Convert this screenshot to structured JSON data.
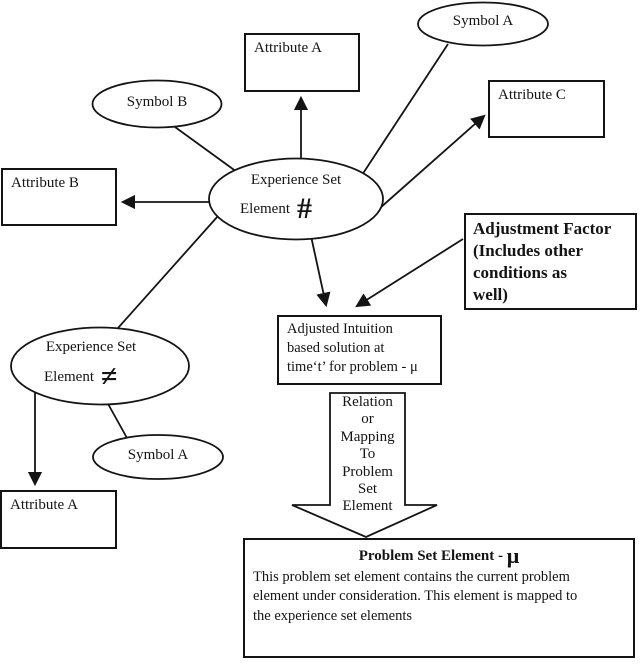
{
  "colors": {
    "ink": "#141414",
    "background": "#ffffff"
  },
  "nodes": {
    "symbol_a_top": {
      "label": "Symbol A"
    },
    "attribute_a_top": {
      "label": "Attribute A"
    },
    "symbol_b": {
      "label": "Symbol B"
    },
    "attribute_c": {
      "label": "Attribute C"
    },
    "attribute_b": {
      "label": "Attribute B"
    },
    "experience_set_hash": {
      "line1": "Experience Set",
      "line2": "Element",
      "symbol": "#"
    },
    "adjustment_factor": {
      "lines": [
        "Adjustment Factor",
        "(Includes other",
        "conditions as",
        "well)"
      ]
    },
    "adjusted_intuition": {
      "lines": [
        "Adjusted Intuition",
        "based solution at",
        "time‘t’ for problem - μ"
      ]
    },
    "experience_set_neq": {
      "line1": "Experience Set",
      "line2": "Element",
      "symbol": "≠"
    },
    "symbol_a_lower": {
      "label": "Symbol A"
    },
    "attribute_a_bottom": {
      "label": "Attribute A"
    },
    "mapping_arrow": {
      "lines": [
        "Relation",
        "or",
        "Mapping",
        "To",
        "Problem",
        "Set",
        "Element"
      ]
    },
    "problem_set": {
      "title_prefix": "Problem Set Element - ",
      "title_symbol": "μ",
      "body_lines": [
        "This problem set element contains the current problem",
        "element under consideration. This element is mapped to",
        "the experience set elements"
      ]
    }
  }
}
